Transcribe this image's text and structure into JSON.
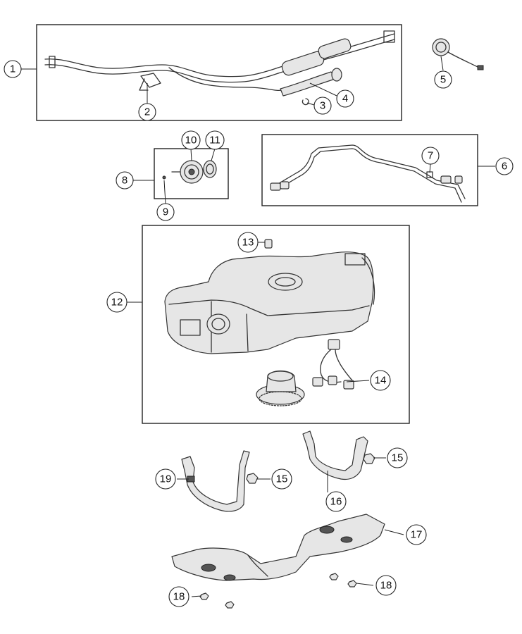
{
  "callouts": [
    {
      "id": "c1",
      "label": "1"
    },
    {
      "id": "c2",
      "label": "2"
    },
    {
      "id": "c3",
      "label": "3"
    },
    {
      "id": "c4",
      "label": "4"
    },
    {
      "id": "c5",
      "label": "5"
    },
    {
      "id": "c6",
      "label": "6"
    },
    {
      "id": "c7",
      "label": "7"
    },
    {
      "id": "c8",
      "label": "8"
    },
    {
      "id": "c9",
      "label": "9"
    },
    {
      "id": "c10",
      "label": "10"
    },
    {
      "id": "c11",
      "label": "11"
    },
    {
      "id": "c12",
      "label": "12"
    },
    {
      "id": "c13",
      "label": "13"
    },
    {
      "id": "c14",
      "label": "14"
    },
    {
      "id": "c15a",
      "label": "15"
    },
    {
      "id": "c15b",
      "label": "15"
    },
    {
      "id": "c16",
      "label": "16"
    },
    {
      "id": "c17",
      "label": "17"
    },
    {
      "id": "c18a",
      "label": "18"
    },
    {
      "id": "c18b",
      "label": "18"
    },
    {
      "id": "c19",
      "label": "19"
    }
  ]
}
